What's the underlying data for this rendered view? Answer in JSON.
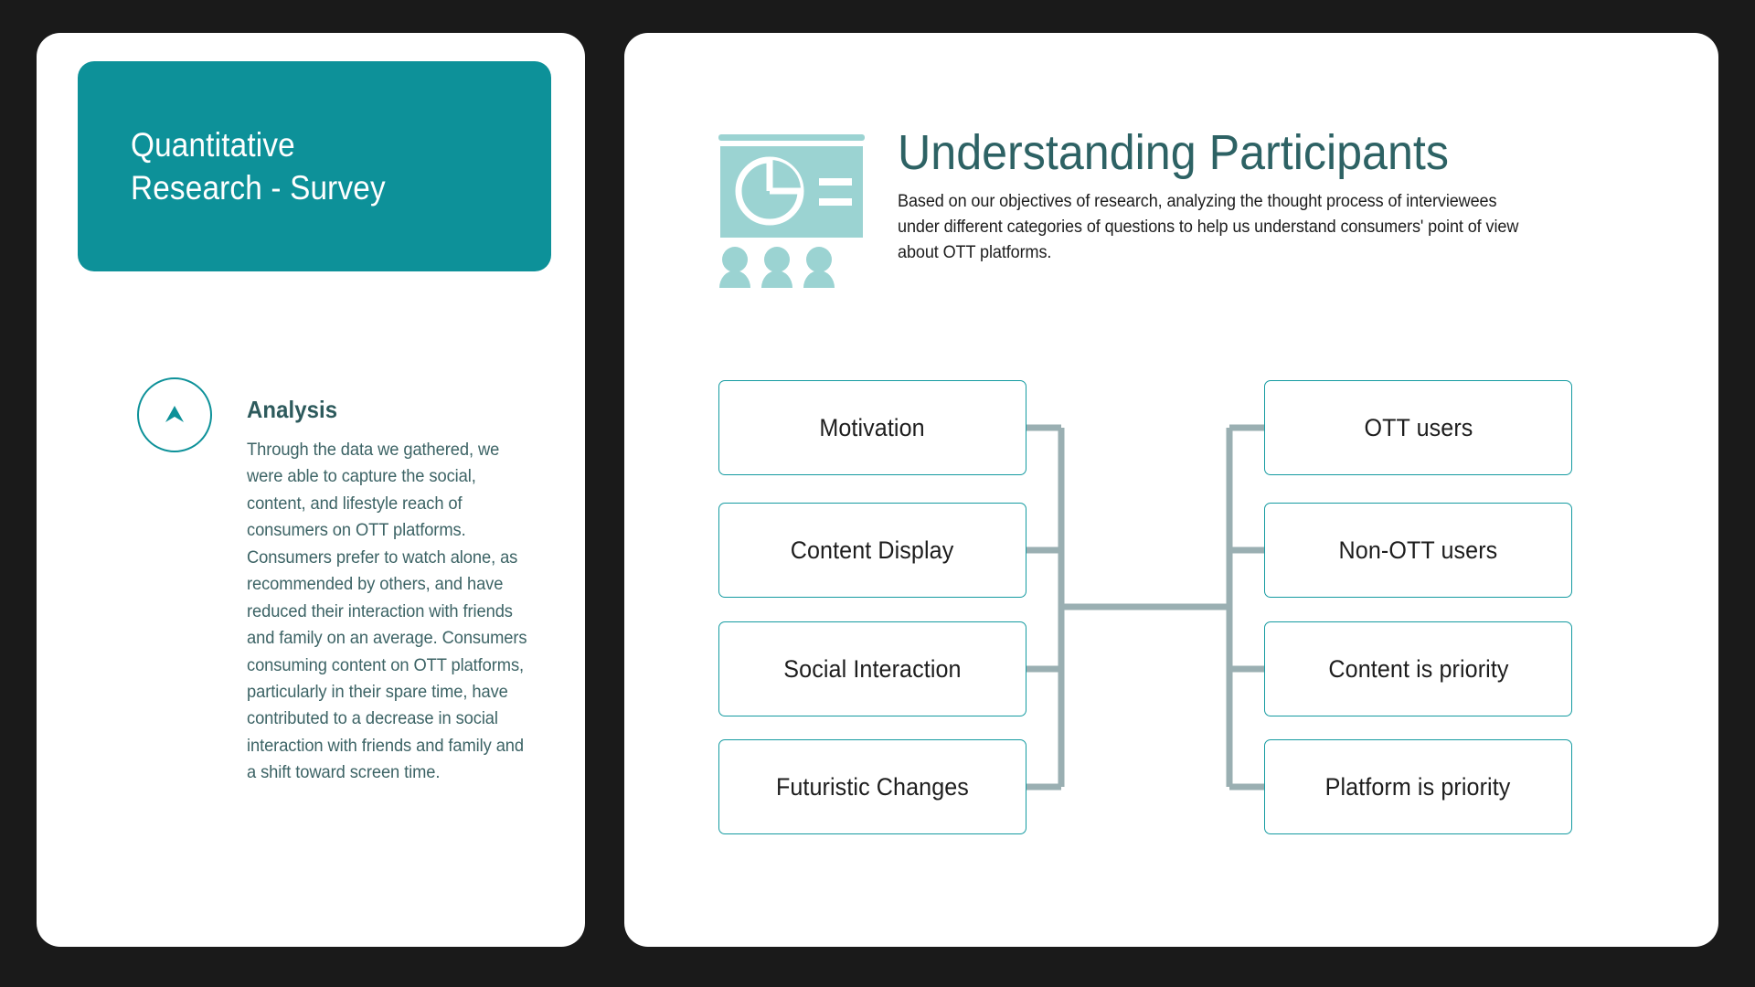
{
  "colors": {
    "background": "#1a1a1a",
    "card": "#ffffff",
    "banner_teal": "#0d9199",
    "heading_teal": "#2d6264",
    "body_teal": "#3c6365",
    "icon_light_teal": "#9bd3d2",
    "node_border": "#159ba1",
    "connector": "#9aafb2",
    "text_dark": "#1d1d1d"
  },
  "left_panel": {
    "banner": {
      "title": "Quantitative\nResearch - Survey"
    },
    "analysis": {
      "icon": "arrow-up-circle-icon",
      "heading": "Analysis",
      "body": "Through the data we gathered, we were able to capture the social, content, and lifestyle reach of consumers on OTT platforms. Consumers prefer to watch alone, as recommended by others, and have reduced their interaction with friends and family on an average. Consumers consuming content on OTT platforms, particularly in their spare time, have contributed to a decrease in social interaction with friends and family and a shift toward screen time."
    }
  },
  "right_panel": {
    "header": {
      "icon": "presentation-pie-chart-audience-icon",
      "title": "Understanding Participants",
      "description": "Based on our objectives of research, analyzing the thought process of interviewees under different categories of questions to help us understand consumers' point of view about OTT platforms."
    },
    "diagram": {
      "type": "bracket-tree",
      "left_column": [
        {
          "label": "Motivation"
        },
        {
          "label": "Content Display"
        },
        {
          "label": "Social Interaction"
        },
        {
          "label": "Futuristic Changes"
        }
      ],
      "right_column": [
        {
          "label": "OTT users"
        },
        {
          "label": "Non-OTT users"
        },
        {
          "label": "Content is priority"
        },
        {
          "label": "Platform is priority"
        }
      ]
    }
  }
}
